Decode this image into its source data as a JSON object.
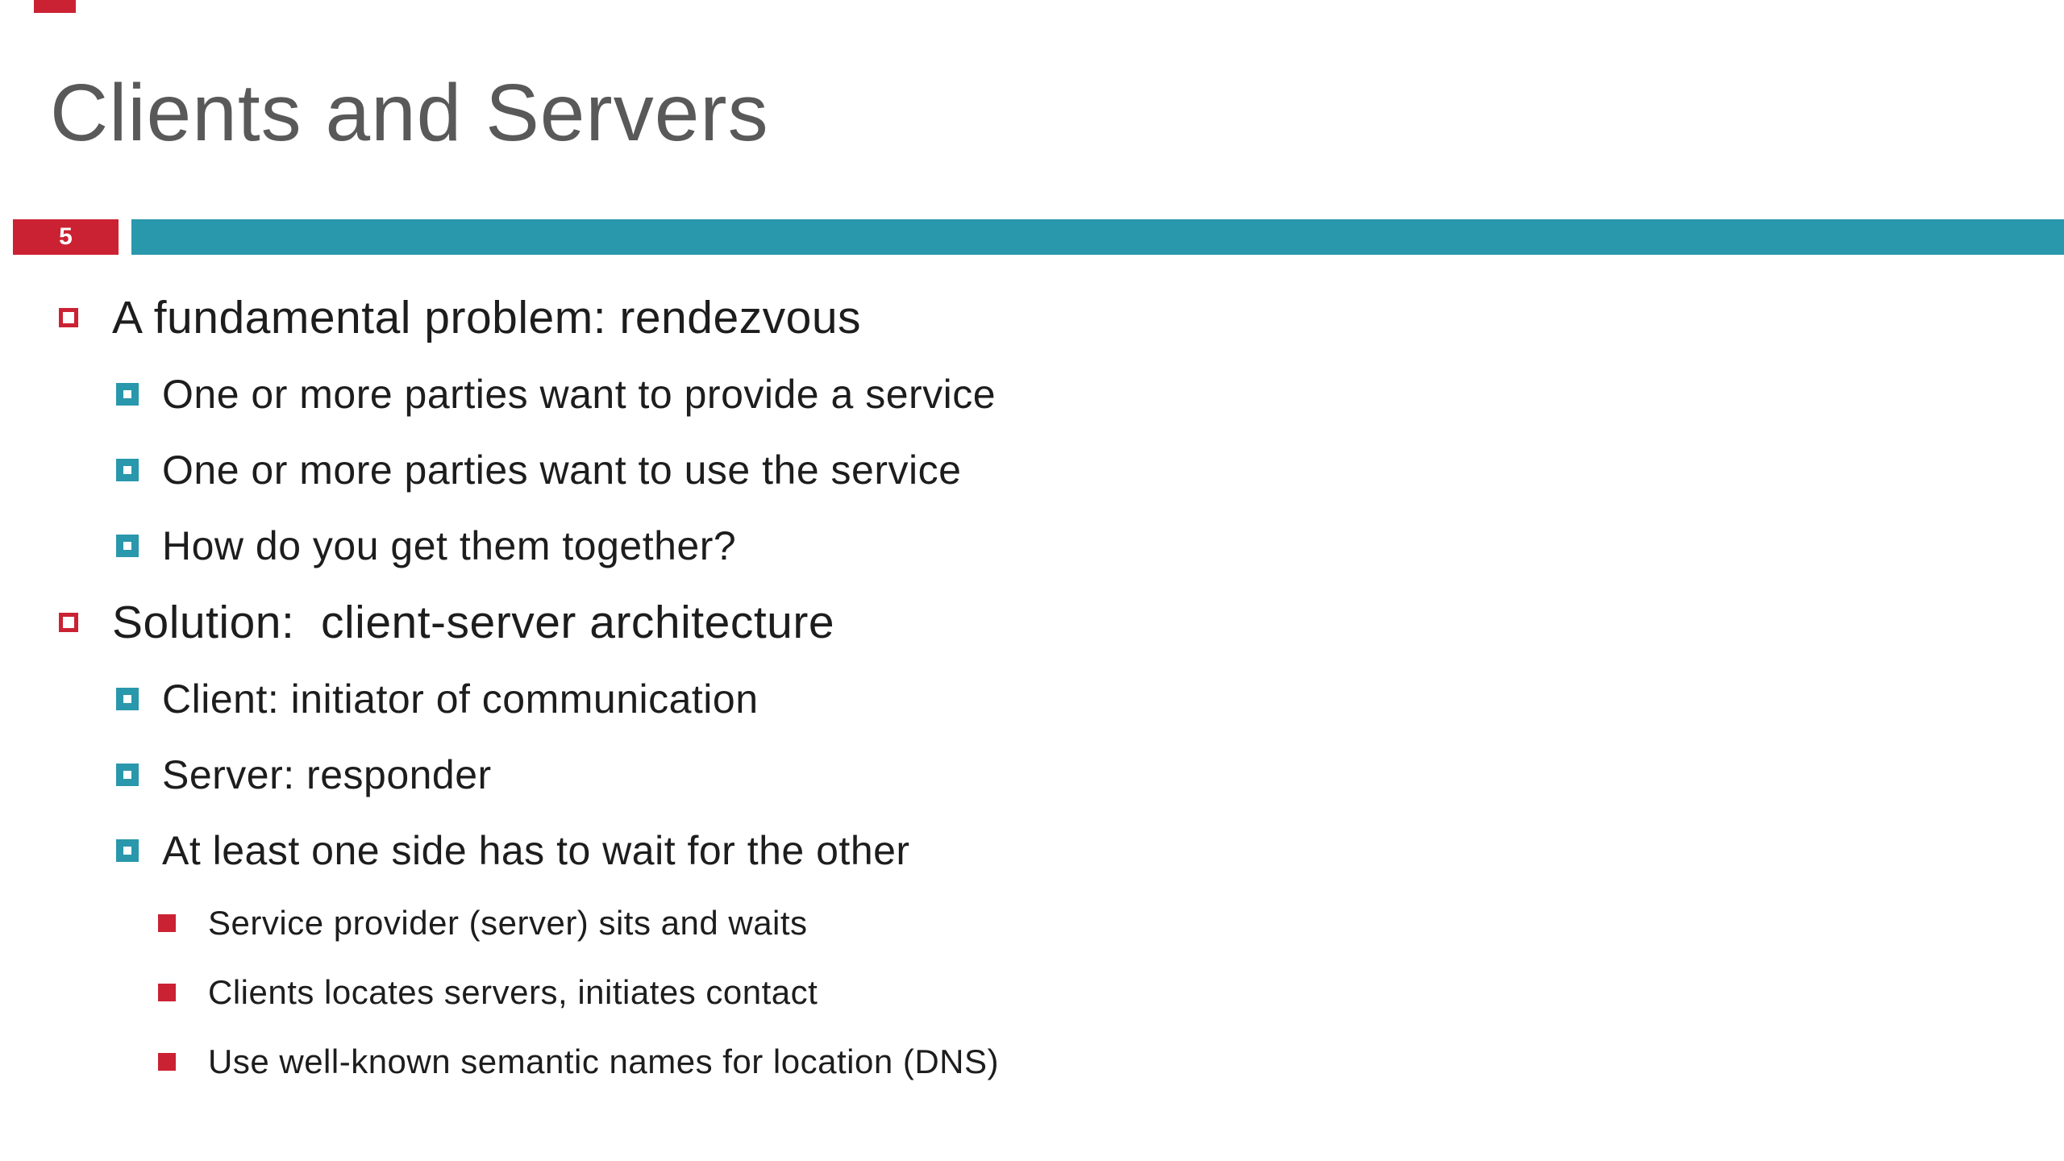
{
  "slide": {
    "title": "Clients and Servers",
    "slide_number": "5",
    "colors": {
      "accent_teal": "#2997ac",
      "accent_red": "#cb2233",
      "title_gray": "#595959",
      "body_text": "#1d1d1d"
    },
    "bullets": [
      {
        "level": 1,
        "text": "A fundamental problem: rendezvous"
      },
      {
        "level": 2,
        "text": "One or more parties want to provide a service"
      },
      {
        "level": 2,
        "text": "One or more parties want to use the service"
      },
      {
        "level": 2,
        "text": "How do you get them together?"
      },
      {
        "level": 1,
        "text": "Solution:  client-server architecture"
      },
      {
        "level": 2,
        "text": "Client: initiator of communication"
      },
      {
        "level": 2,
        "text": "Server: responder"
      },
      {
        "level": 2,
        "text": "At least one side has to wait for the other"
      },
      {
        "level": 3,
        "text": "Service provider (server) sits and waits"
      },
      {
        "level": 3,
        "text": "Clients locates servers, initiates contact"
      },
      {
        "level": 3,
        "text": "Use well-known semantic names for location (DNS)"
      }
    ]
  }
}
